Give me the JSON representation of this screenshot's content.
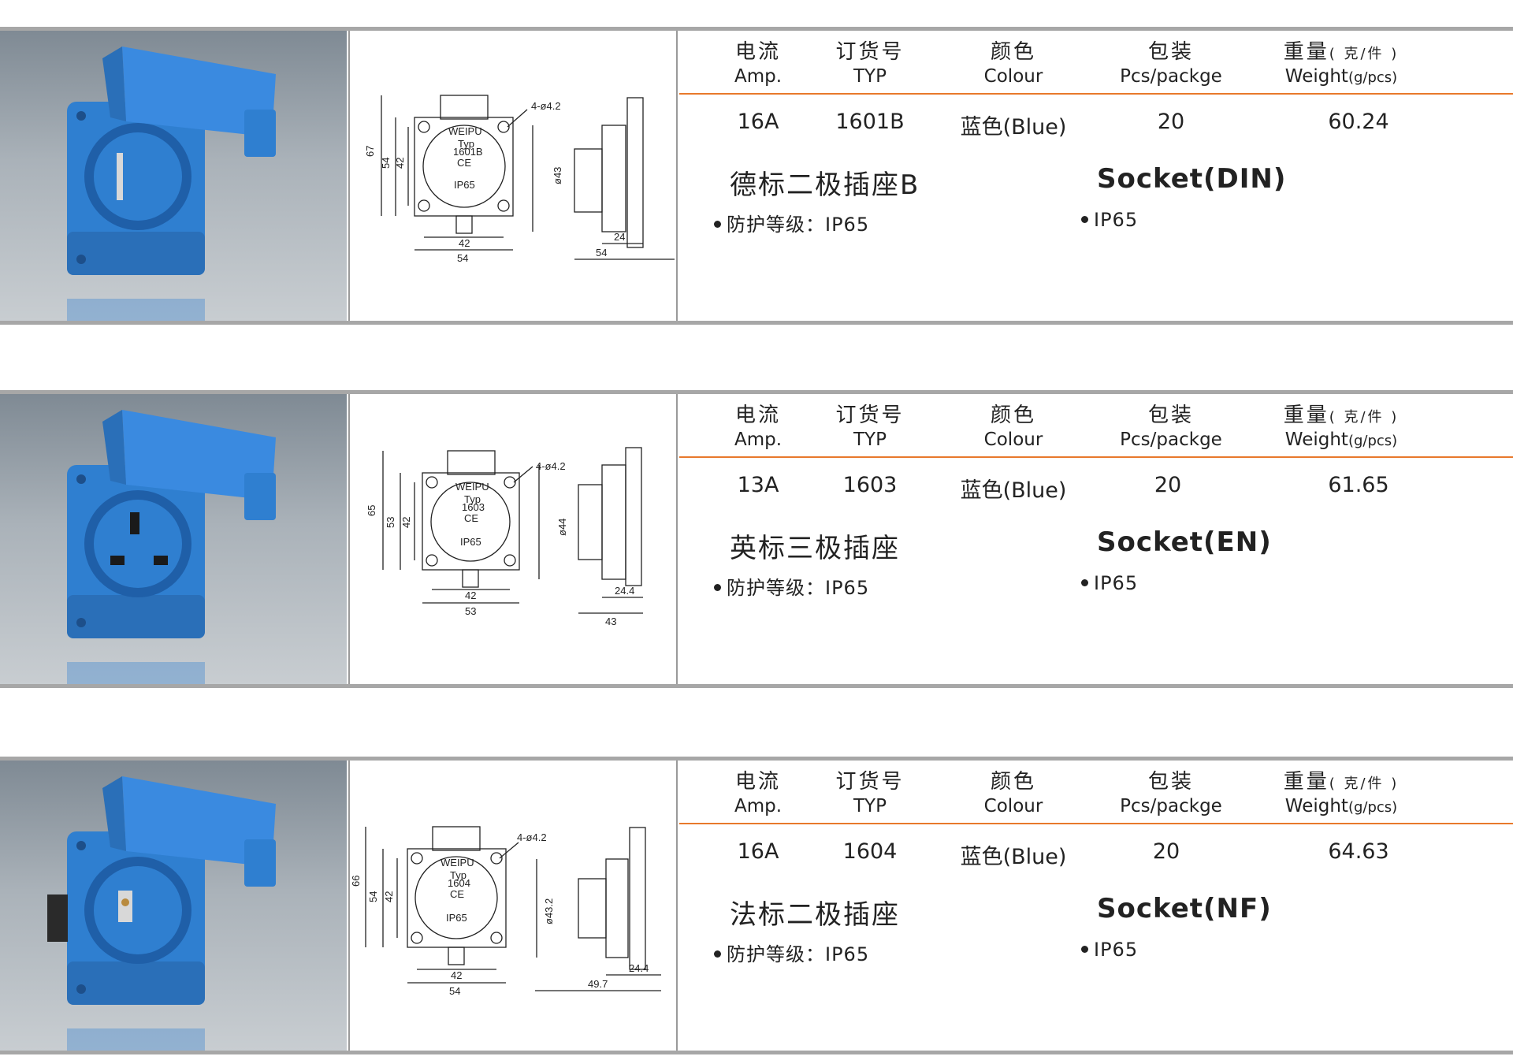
{
  "headers": {
    "amp_cn": "电流",
    "amp_en": "Amp.",
    "typ_cn": "订货号",
    "typ_en": "TYP",
    "colour_cn": "颜色",
    "colour_en": "Colour",
    "pack_cn": "包装",
    "pack_en": "Pcs/packge",
    "weight_cn": "重量",
    "weight_cn_paren": "( 克/件 )",
    "weight_en": "Weight",
    "weight_en_paren": "(g/pcs)"
  },
  "colors": {
    "socket_blue": "#2f7fd0",
    "divider_orange": "#e8792c",
    "frame_gray": "#a7a7a7"
  },
  "drawing_common": {
    "hole_label": "4-ø4.2",
    "logo": "WEIPU",
    "typ_label": "Typ",
    "ce_mark": "CE",
    "ip_label": "IP65"
  },
  "products": [
    {
      "amp": "16A",
      "typ": "1601B",
      "colour": "蓝色(Blue)",
      "pcs": "20",
      "weight": "60.24",
      "name_cn": "德标二极插座B",
      "name_en": "Socket(DIN)",
      "protection_cn": "防护等级：IP65",
      "protection_en": "IP65",
      "dims": {
        "height_outer": "67",
        "height_mid": "54",
        "height_inner": "42",
        "width_inner": "42",
        "width_outer": "54",
        "diameter": "ø43",
        "depth": "24",
        "total_depth": "54",
        "typ_code": "1601B"
      }
    },
    {
      "amp": "13A",
      "typ": "1603",
      "colour": "蓝色(Blue)",
      "pcs": "20",
      "weight": "61.65",
      "name_cn": "英标三极插座",
      "name_en": "Socket(EN)",
      "protection_cn": "防护等级：IP65",
      "protection_en": "IP65",
      "dims": {
        "height_outer": "65",
        "height_mid": "53",
        "height_inner": "42",
        "width_inner": "42",
        "width_outer": "53",
        "diameter": "ø44",
        "depth": "24.4",
        "total_depth": "43",
        "typ_code": "1603"
      }
    },
    {
      "amp": "16A",
      "typ": "1604",
      "colour": "蓝色(Blue)",
      "pcs": "20",
      "weight": "64.63",
      "name_cn": "法标二极插座",
      "name_en": "Socket(NF)",
      "protection_cn": "防护等级：IP65",
      "protection_en": "IP65",
      "dims": {
        "height_outer": "66",
        "height_mid": "54",
        "height_inner": "42",
        "width_inner": "42",
        "width_outer": "54",
        "diameter": "ø43.2",
        "depth": "24.4",
        "total_depth": "49.7",
        "typ_code": "1604"
      }
    }
  ]
}
